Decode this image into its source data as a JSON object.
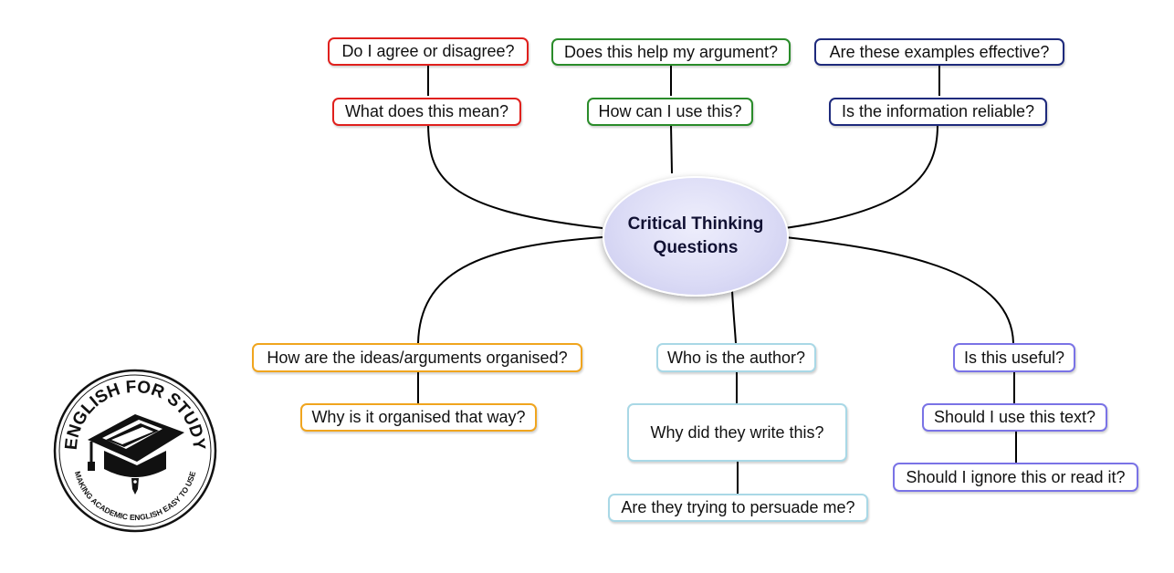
{
  "center": {
    "title": "Critical Thinking Questions"
  },
  "colors": {
    "red": "#e0201d",
    "green": "#2a8c2a",
    "navy": "#1e2a7c",
    "orange": "#f0a51e",
    "lightblue": "#a9d8e6",
    "purple": "#7a73e6"
  },
  "branches": {
    "meaning": {
      "q1": "Do I agree or disagree?",
      "q2": "What does this mean?"
    },
    "use": {
      "q1": "Does this help my argument?",
      "q2": "How can I use this?"
    },
    "evidence": {
      "q1": "Are these examples effective?",
      "q2": "Is the information reliable?"
    },
    "organisation": {
      "q1": "How are the ideas/arguments organised?",
      "q2": "Why is it organised that way?"
    },
    "author": {
      "q1": "Who is the author?",
      "q2": "Why did they write this?",
      "q3": "Are they trying to persuade me?"
    },
    "usefulness": {
      "q1": "Is this useful?",
      "q2": "Should I use this text?",
      "q3": "Should I ignore this or read it?"
    }
  },
  "logo": {
    "top_text": "ENGLISH FOR STUDY",
    "bottom_text": "MAKING ACADEMIC ENGLISH EASY TO USE"
  }
}
